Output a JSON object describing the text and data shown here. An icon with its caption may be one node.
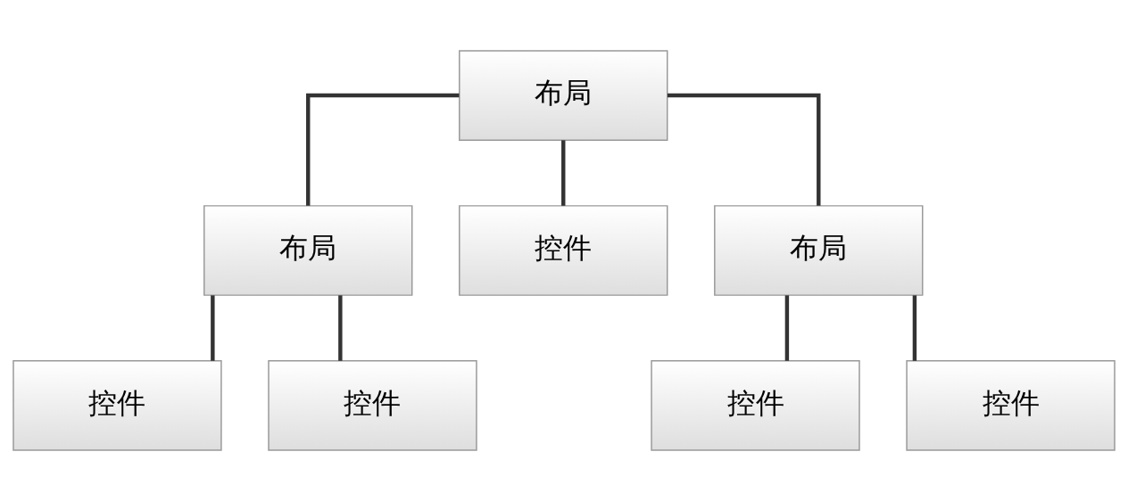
{
  "diagram": {
    "nodes": [
      {
        "text": [
          "布局"
        ]
      },
      {
        "text": [
          "布局"
        ]
      },
      {
        "text": [
          "控件"
        ]
      },
      {
        "text": [
          "布局"
        ]
      },
      {
        "text": [
          "控件"
        ]
      },
      {
        "text": [
          "控件"
        ]
      },
      {
        "text": [
          "控件"
        ]
      },
      {
        "text": [
          "控件"
        ]
      }
    ],
    "edges": [
      {
        "from": 0,
        "to": 1,
        "arrow": "none"
      },
      {
        "from": 0,
        "to": 2,
        "arrow": "none"
      },
      {
        "from": 0,
        "to": 3,
        "arrow": "none"
      },
      {
        "from": 1,
        "to": 4,
        "arrow": "none"
      },
      {
        "from": 1,
        "to": 5,
        "arrow": "none"
      },
      {
        "from": 3,
        "to": 6,
        "arrow": "none"
      },
      {
        "from": 3,
        "to": 7,
        "arrow": "none"
      }
    ]
  }
}
